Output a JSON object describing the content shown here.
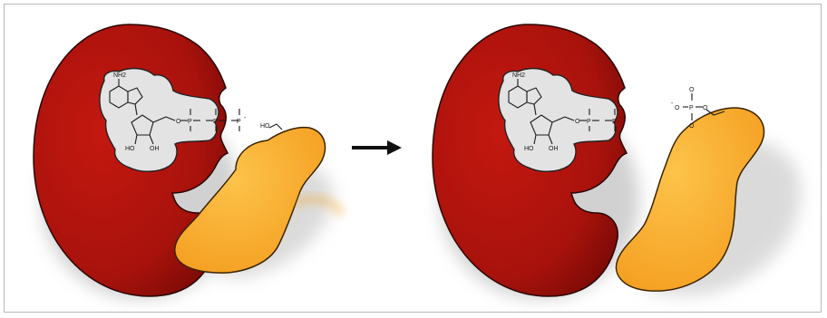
{
  "figure": {
    "description_free": true,
    "colors": {
      "kinase": "#a8120c",
      "kinase_dark": "#6e0805",
      "substrate": "#f7a624",
      "substrate_light": "#fdc34a",
      "pocket": "#e2e2e2",
      "arrow": "#111111",
      "frame": "#b9b9b9"
    },
    "left_panel": {
      "adenine_label": "NH2",
      "ribose_oh_1": "HO",
      "ribose_oh_2": "OH",
      "substrate_oh": "HO",
      "phosphate_labels": [
        "P",
        "P",
        "P"
      ],
      "oxygen_label": "O",
      "charge_label": "-"
    },
    "right_panel": {
      "adenine_label": "NH2",
      "ribose_oh_1": "HO",
      "ribose_oh_2": "OH",
      "phosphate_labels": [
        "P",
        "P"
      ],
      "transferred_phosphate": "P",
      "oxygen_label": "O",
      "charge_label": "-"
    },
    "arrow_icon": "right-arrow"
  }
}
